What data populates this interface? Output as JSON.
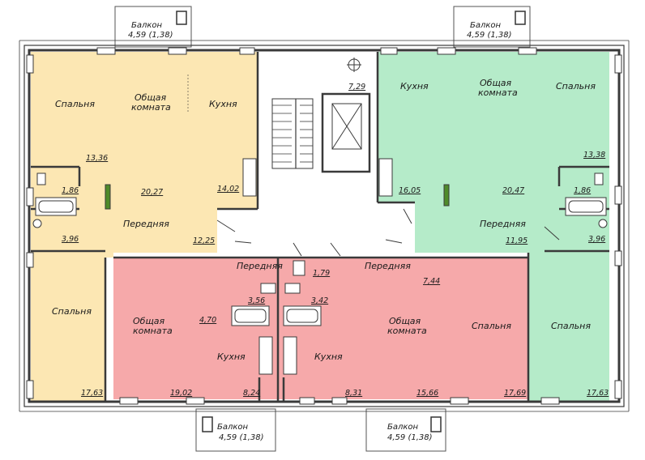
{
  "colors": {
    "yellow": "#fce7b3",
    "green": "#b5ebc9",
    "red": "#f6a9aa",
    "wall": "#3a3a3a"
  },
  "balconies": [
    {
      "name": "Балкон",
      "area": "4,59 (1,38)"
    },
    {
      "name": "Балкон",
      "area": "4,59 (1,38)"
    },
    {
      "name": "Балкон",
      "area": "4,59 (1,38)"
    },
    {
      "name": "Балкон",
      "area": "4,59 (1,38)"
    }
  ],
  "apartments": {
    "yellow": {
      "bedroom_top": "Спальня",
      "living_line1": "Общая",
      "living_line2": "комната",
      "kitchen": "Кухня",
      "hall": "Передняя",
      "bedroom_bottom": "Спальня",
      "areas": {
        "bedroom_top": "13,36",
        "bath": "1,86",
        "living": "20,27",
        "kitchen": "14,02",
        "wc": "3,96",
        "hall": "12,25",
        "bedroom_bottom": "17,63"
      }
    },
    "green": {
      "kitchen": "Кухня",
      "living_line1": "Общая",
      "living_line2": "комната",
      "bedroom_top": "Спальня",
      "hall": "Передняя",
      "bedroom_bottom": "Спальня",
      "areas": {
        "bedroom_top": "13,38",
        "kitchen": "16,05",
        "living": "20,47",
        "bath": "1,86",
        "hall": "11,95",
        "wc": "3,96",
        "bedroom_bottom": "17,63"
      }
    },
    "red_left": {
      "hall": "Передняя",
      "living_line1": "Общая",
      "living_line2": "комната",
      "kitchen": "Кухня",
      "areas": {
        "wc": "1,79",
        "bath": "3,56",
        "hall": "4,70",
        "living": "19,02",
        "kitchen": "8,24"
      }
    },
    "red_right": {
      "hall": "Передняя",
      "living_line1": "Общая",
      "living_line2": "комната",
      "bedroom": "Спальня",
      "kitchen": "Кухня",
      "areas": {
        "hall": "7,44",
        "bath": "3,42",
        "kitchen": "8,31",
        "living": "15,66",
        "bedroom": "17,69"
      }
    }
  },
  "stair_landing": {
    "area": "7,29"
  }
}
